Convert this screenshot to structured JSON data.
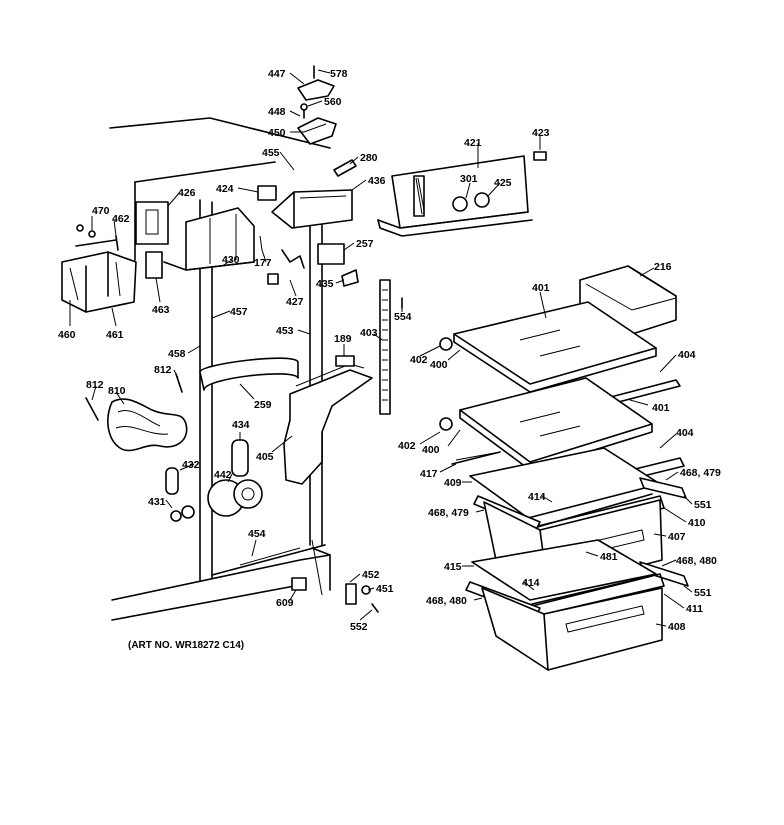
{
  "art_number": "(ART NO. WR18272 C14)",
  "callouts": {
    "c447": "447",
    "c578": "578",
    "c448": "448",
    "c560": "560",
    "c450": "450",
    "c455": "455",
    "c280": "280",
    "c421": "421",
    "c423": "423",
    "c436": "436",
    "c424": "424",
    "c426": "426",
    "c470": "470",
    "c462": "462",
    "c301": "301",
    "c425": "425",
    "c257": "257",
    "c177": "177",
    "c430": "430",
    "c427": "427",
    "c435": "435",
    "c216": "216",
    "c460": "460",
    "c461": "461",
    "c463": "463",
    "c457": "457",
    "c453": "453",
    "c554": "554",
    "c401a": "401",
    "c189": "189",
    "c403": "403",
    "c402a": "402",
    "c400a": "400",
    "c404a": "404",
    "c458": "458",
    "c812a": "812",
    "c812b": "812",
    "c810": "810",
    "c259": "259",
    "c401b": "401",
    "c434": "434",
    "c405": "405",
    "c402b": "402",
    "c400b": "400",
    "c404b": "404",
    "c417": "417",
    "c432": "432",
    "c442": "442",
    "c468_479a": "468, 479",
    "c409": "409",
    "c431": "431",
    "c414a": "414",
    "c551a": "551",
    "c468_479b": "468, 479",
    "c410": "410",
    "c407": "407",
    "c481": "481",
    "c454": "454",
    "c468_480a": "468, 480",
    "c415": "415",
    "c452": "452",
    "c414b": "414",
    "c451": "451",
    "c551b": "551",
    "c609": "609",
    "c468_480b": "468, 480",
    "c411": "411",
    "c552": "552",
    "c408": "408"
  }
}
